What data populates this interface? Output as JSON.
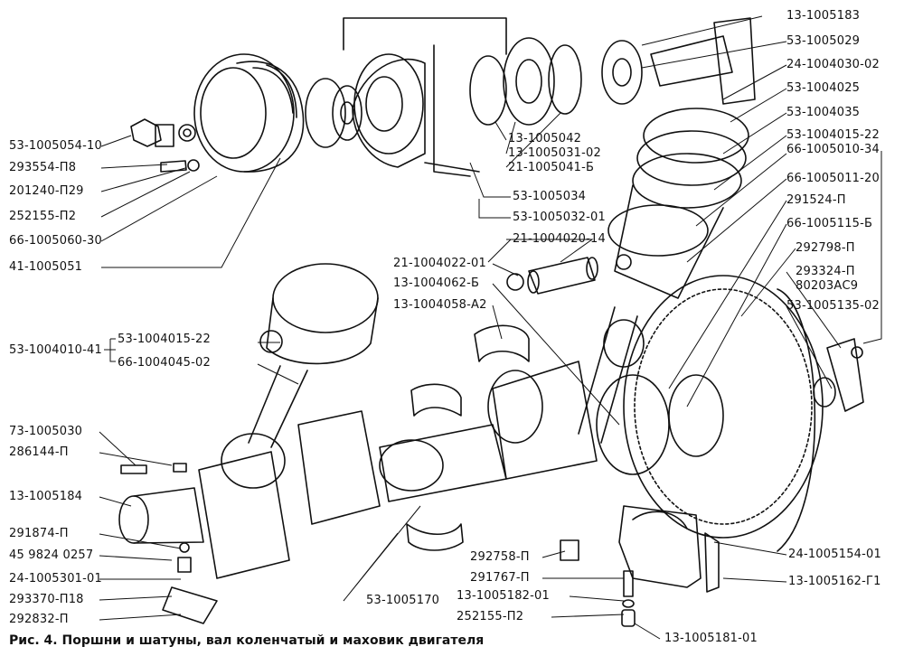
{
  "caption": "Рис. 4. Поршни и шатуны, вал коленчатый и маховик двигателя",
  "labels": {
    "l_5310050541": "53-1005054-10",
    "l_293554": "293554-П8",
    "l_201240": "201240-П29",
    "l_252155a": "252155-П2",
    "l_6610050603": "66-1005060-30",
    "l_41": "41-1005051",
    "l_13_1005042": "13-1005042",
    "l_13_1005031": "13-1005031-02",
    "l_21_1005041": "21-1005041-Б",
    "l_53_1005034": "53-1005034",
    "l_53_1005032": "53-1005032-01",
    "l_21_1004020": "21-1004020-14",
    "l_21_1004022": "21-1004022-01",
    "l_13_1004062": "13-1004062-Б",
    "l_13_1004058": "13-1004058-А2",
    "l_53_1004010": "53-1004010-41",
    "l_53_1004015b": "53-1004015-22",
    "l_66_1004045": "66-1004045-02",
    "l_73_1005030": "73-1005030",
    "l_286144": "286144-П",
    "l_13_1005184": "13-1005184",
    "l_291874": "291874-П",
    "l_459824": "45 9824 0257",
    "l_24_1005301": "24-1005301-01",
    "l_293370": "293370-П18",
    "l_292832": "292832-П",
    "l_53_1005170": "53-1005170",
    "l_13_1005183": "13-1005183",
    "l_53_1005029": "53-1005029",
    "l_24_1004030": "24-1004030-02",
    "l_53_1004025": "53-1004025",
    "l_53_1004035": "53-1004035",
    "l_53_1004015a": "53-1004015-22",
    "l_66_1005010": "66-1005010-34",
    "l_66_1005011": "66-1005011-20",
    "l_291524": "291524-П",
    "l_66_1005115": "66-1005115-Б",
    "l_292798": "292798-П",
    "l_293324": "293324-П",
    "l_80203": "80203АС9",
    "l_53_1005135": "53-1005135-02",
    "l_24_1005154": "24-1005154-01",
    "l_13_1005162": "13-1005162-Г1",
    "l_292758": "292758-П",
    "l_291767": "291767-П",
    "l_13_1005182": "13-1005182-01",
    "l_252155b": "252155-П2",
    "l_13_1005181": "13-1005181-01"
  }
}
